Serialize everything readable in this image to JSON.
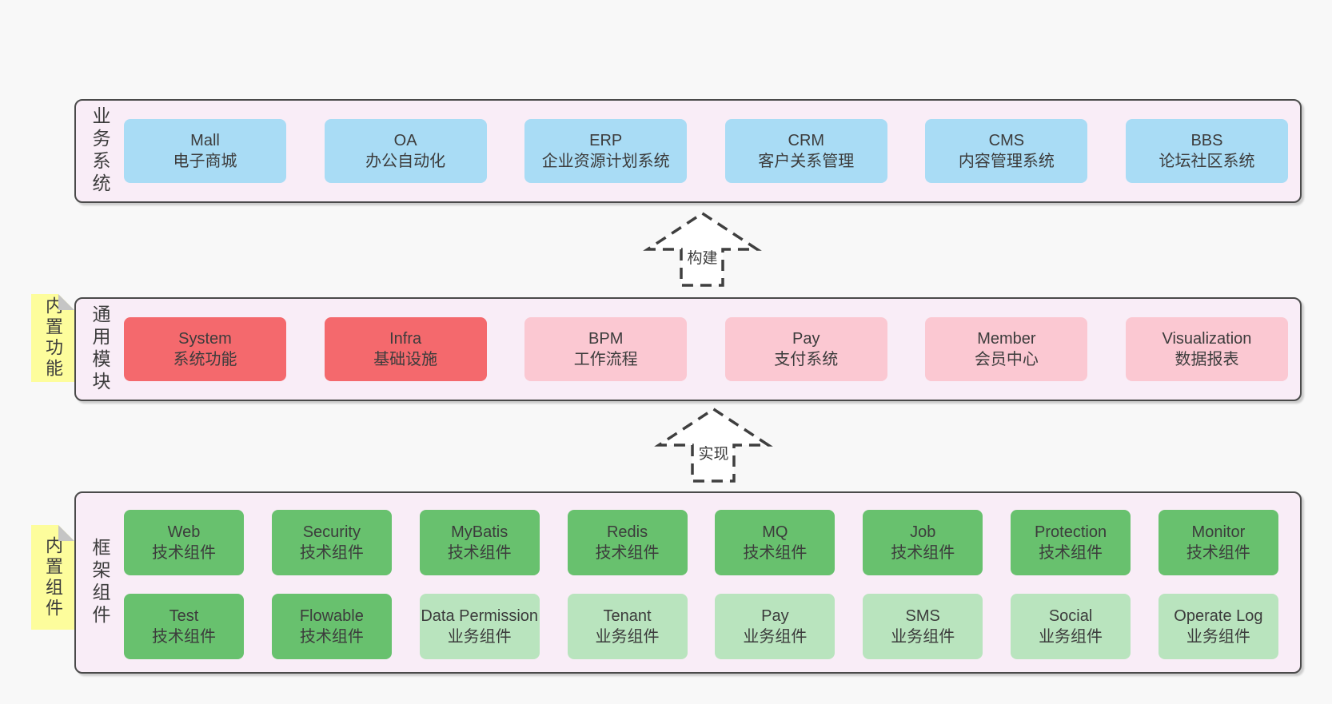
{
  "colors": {
    "page_bg": "#f8f8f8",
    "section_bg": "#f9edf7",
    "border": "#4a4a4a",
    "text": "#3c3c3c",
    "blue": "#a9dcf5",
    "red": "#f4696d",
    "pink": "#fbc8d2",
    "green": "#68c16e",
    "light_green": "#b9e4be",
    "tab_yellow": "#fdfd9c",
    "fold_gray": "#c5c5c5",
    "arrow": "#3f3f3f"
  },
  "sections": {
    "business": {
      "label": "业务系统",
      "boxes": [
        {
          "name": "Mall",
          "desc": "电子商城"
        },
        {
          "name": "OA",
          "desc": "办公自动化"
        },
        {
          "name": "ERP",
          "desc": "企业资源计划系统"
        },
        {
          "name": "CRM",
          "desc": "客户关系管理"
        },
        {
          "name": "CMS",
          "desc": "内容管理系统"
        },
        {
          "name": "BBS",
          "desc": "论坛社区系统"
        }
      ]
    },
    "modules": {
      "tab": "内置功能",
      "label": "通用模块",
      "boxes": [
        {
          "name": "System",
          "desc": "系统功能"
        },
        {
          "name": "Infra",
          "desc": "基础设施"
        },
        {
          "name": "BPM",
          "desc": "工作流程"
        },
        {
          "name": "Pay",
          "desc": "支付系统"
        },
        {
          "name": "Member",
          "desc": "会员中心"
        },
        {
          "name": "Visualization",
          "desc": "数据报表"
        }
      ]
    },
    "framework": {
      "tab": "内置组件",
      "label": "框架组件",
      "rows": [
        [
          {
            "name": "Web",
            "desc": "技术组件"
          },
          {
            "name": "Security",
            "desc": "技术组件"
          },
          {
            "name": "MyBatis",
            "desc": "技术组件"
          },
          {
            "name": "Redis",
            "desc": "技术组件"
          },
          {
            "name": "MQ",
            "desc": "技术组件"
          },
          {
            "name": "Job",
            "desc": "技术组件"
          },
          {
            "name": "Protection",
            "desc": "技术组件"
          },
          {
            "name": "Monitor",
            "desc": "技术组件"
          }
        ],
        [
          {
            "name": "Test",
            "desc": "技术组件"
          },
          {
            "name": "Flowable",
            "desc": "技术组件"
          },
          {
            "name": "Data Permission",
            "desc": "业务组件"
          },
          {
            "name": "Tenant",
            "desc": "业务组件"
          },
          {
            "name": "Pay",
            "desc": "业务组件"
          },
          {
            "name": "SMS",
            "desc": "业务组件"
          },
          {
            "name": "Social",
            "desc": "业务组件"
          },
          {
            "name": "Operate Log",
            "desc": "业务组件"
          }
        ]
      ]
    }
  },
  "arrows": [
    {
      "label": "构建"
    },
    {
      "label": "实现"
    }
  ]
}
